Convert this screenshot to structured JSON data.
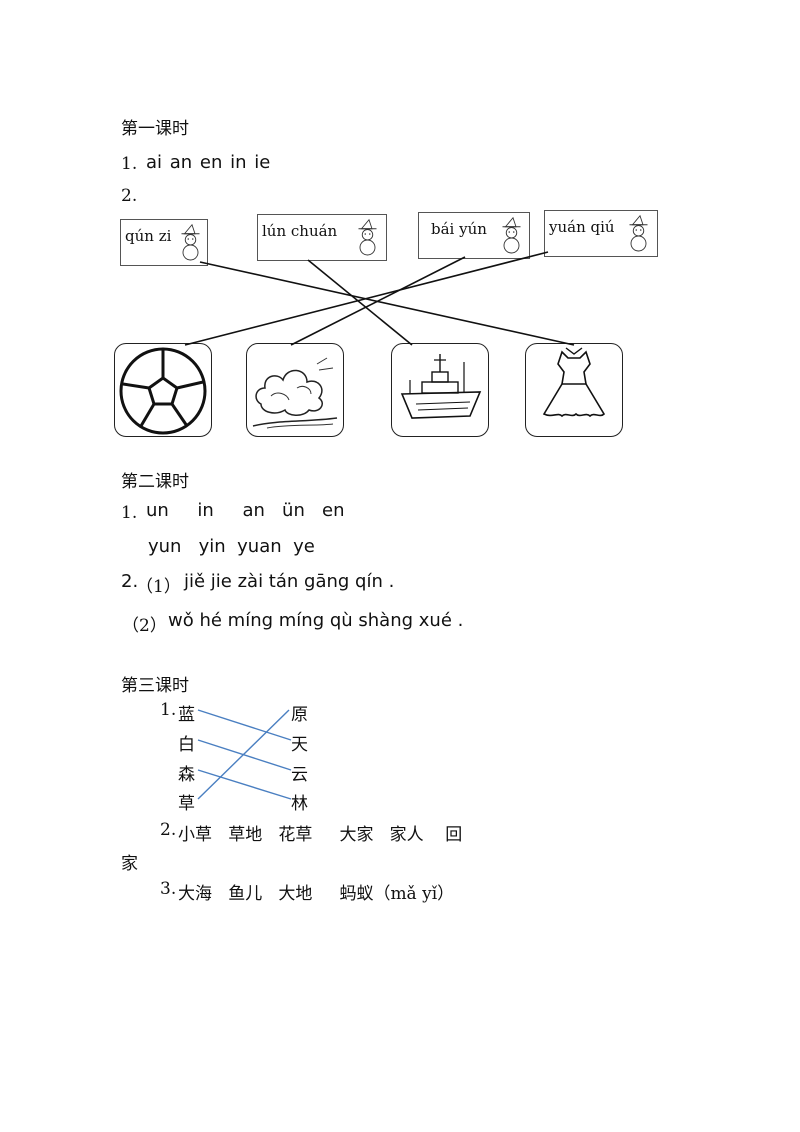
{
  "lesson1": {
    "title": "第一课时",
    "q1": {
      "num": "1.",
      "text": "ai  an  en  in  ie"
    },
    "q2": {
      "num": "2."
    },
    "words": [
      "qún zi",
      "lún chuán",
      "bái yún",
      "yuán qiú"
    ],
    "pictures": [
      "soccer-ball-icon",
      "cloud-icon",
      "ship-icon",
      "dress-icon"
    ]
  },
  "lesson2": {
    "title": "第二课时",
    "q1": {
      "num": "1.",
      "row1": "un     in     an   ün   en",
      "row2": "yun   yin  yuan  ye"
    },
    "q2": {
      "num": "2.",
      "part1_label": "（1）",
      "part1": "jiě jie zài tán gāng qín .",
      "part2_label": "（2）",
      "part2": "wǒ hé míng míng qù shàng xué ."
    }
  },
  "lesson3": {
    "title": "第三课时",
    "q1": {
      "num": "1.",
      "left": [
        "蓝",
        "白",
        "森",
        "草"
      ],
      "right": [
        "原",
        "天",
        "云",
        "林"
      ]
    },
    "q2": {
      "num": "2.",
      "text": "小草   草地   花草     大家   家人    回",
      "wrap": "家"
    },
    "q3": {
      "num": "3.",
      "text": "大海   鱼儿   大地     蚂蚁（mǎ yǐ）"
    }
  },
  "colors": {
    "match_line_black": "#111111",
    "match_line_blue": "#4a7fc1"
  }
}
